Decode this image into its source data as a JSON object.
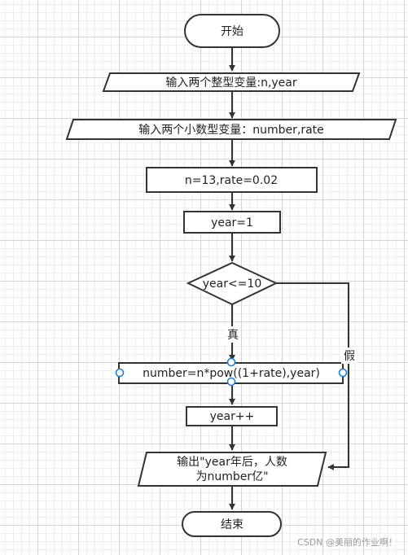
{
  "nodes": {
    "start": "开始",
    "input_int": "输入两个整型变量:n,year",
    "input_float": "输入两个小数型变量：number,rate",
    "init": "n=13,rate=0.02",
    "year_init": "year=1",
    "condition": "year<=10",
    "compute": "number=n*pow((1+rate),year)",
    "increment": "year++",
    "output_line1": "输出\"year年后，人数",
    "output_line2": "为number亿\"",
    "end": "结束"
  },
  "edge_labels": {
    "true": "真",
    "false": "假"
  },
  "watermark": "CSDN @美丽的作业啊！",
  "colors": {
    "stroke": "#333333",
    "selection_handle": "#1e7ee0"
  }
}
